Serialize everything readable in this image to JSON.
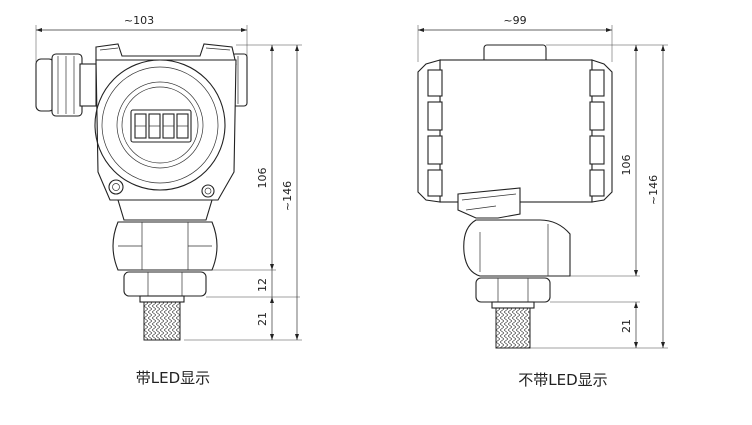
{
  "left_view": {
    "caption": "带LED显示",
    "width_label": "~103",
    "height_106": "106",
    "height_146": "~146",
    "height_12": "12",
    "height_21": "21"
  },
  "right_view": {
    "caption": "不带LED显示",
    "width_label": "~99",
    "height_106": "106",
    "height_146": "~146",
    "height_21": "21"
  }
}
